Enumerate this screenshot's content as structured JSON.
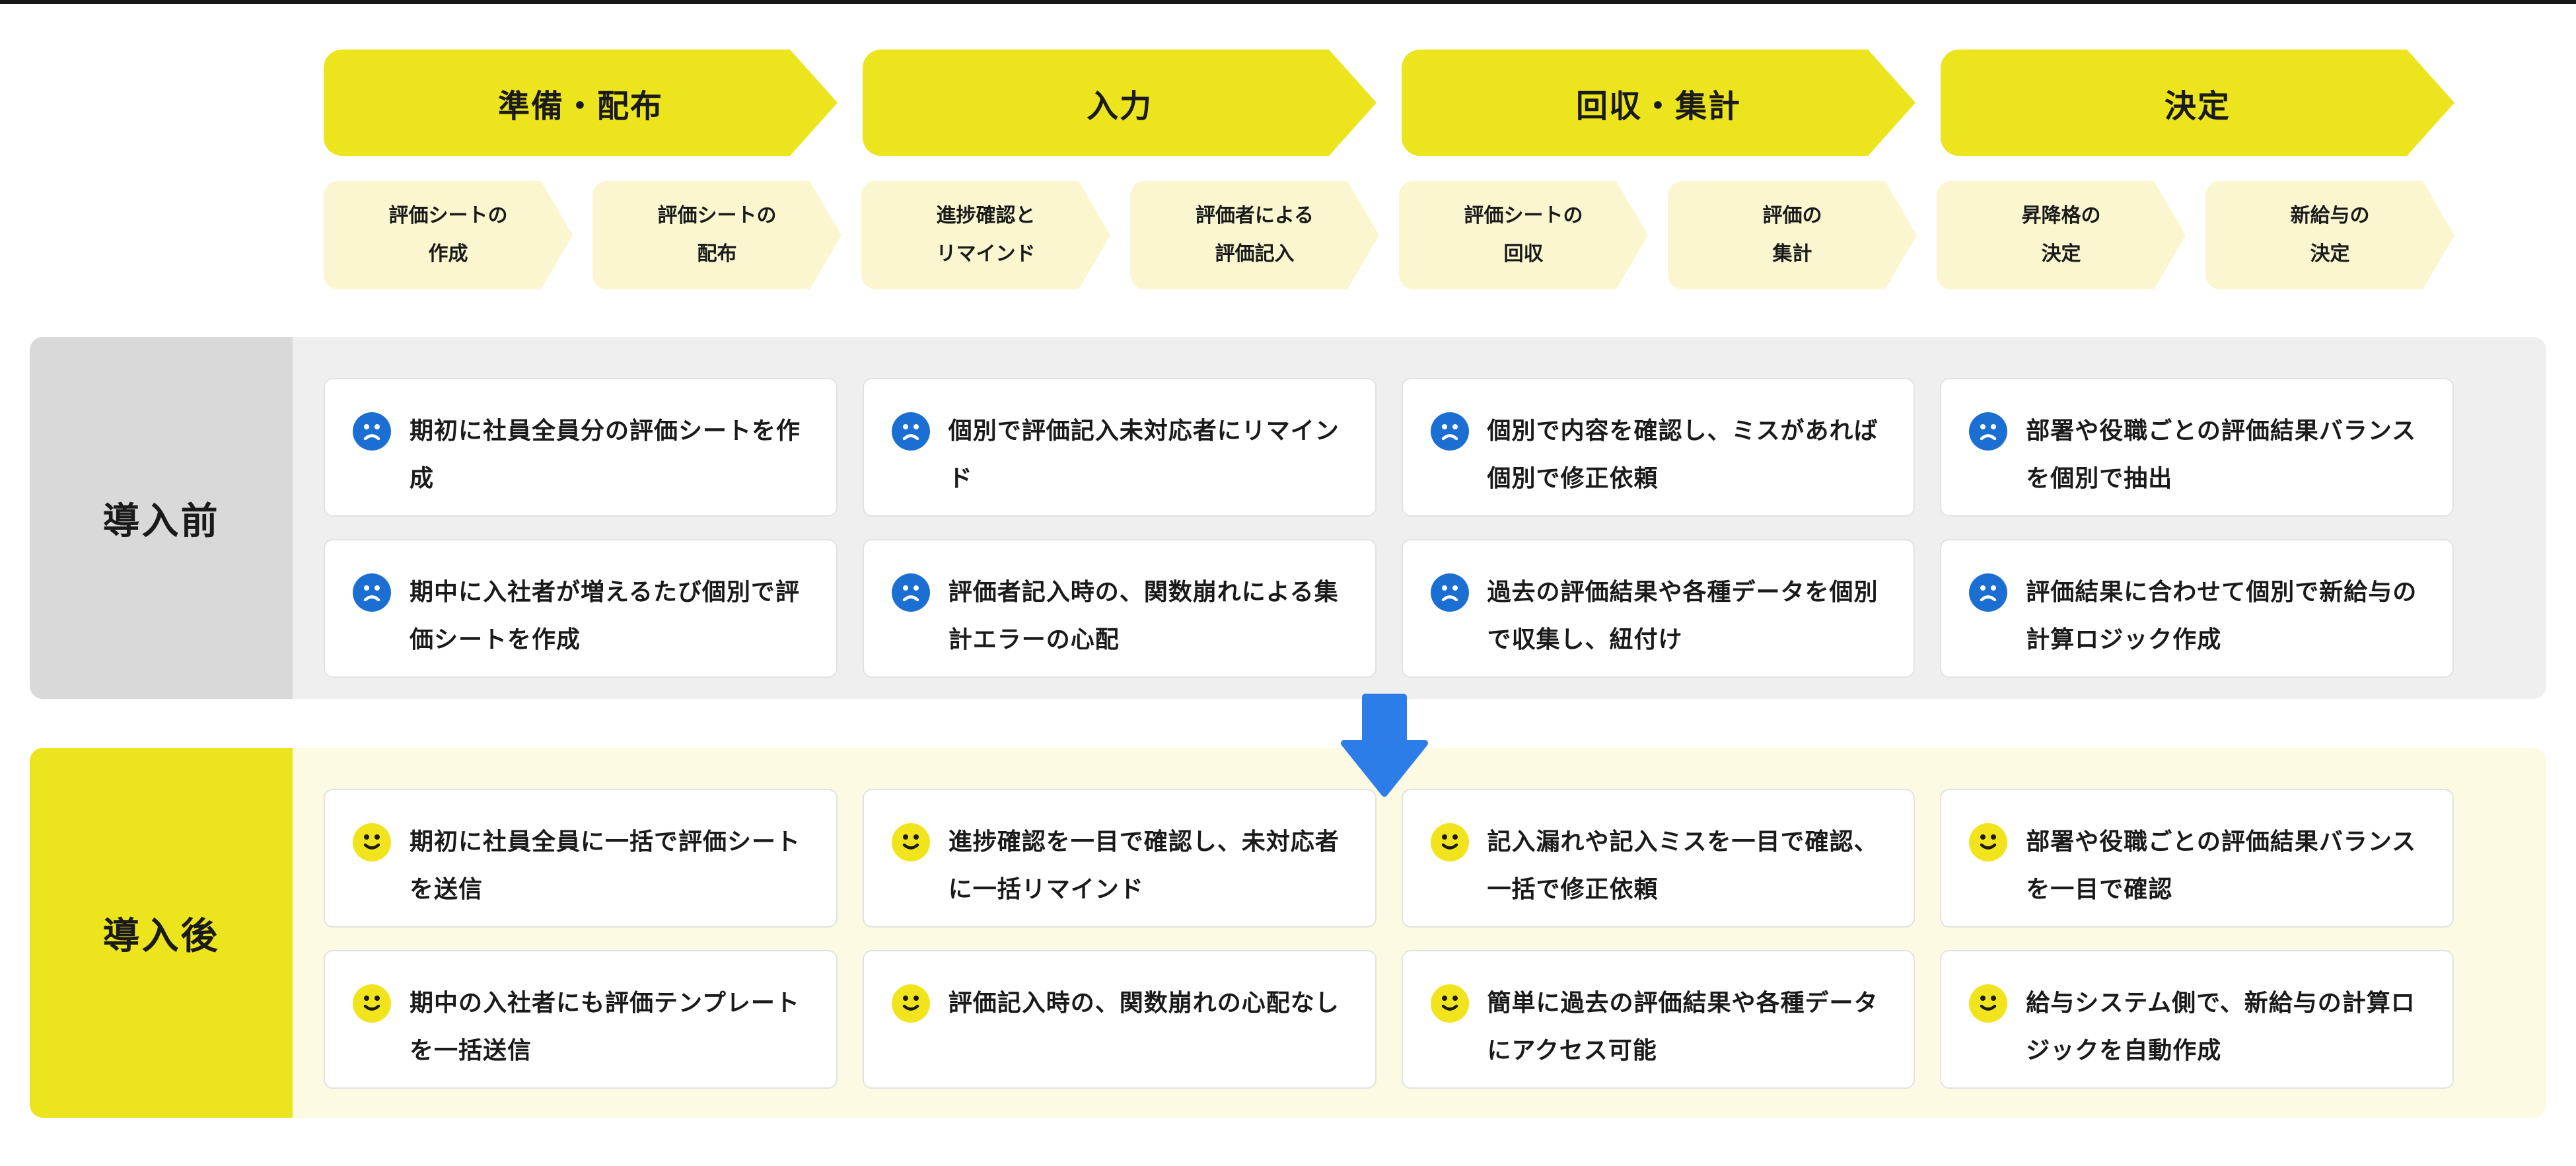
{
  "flow": {
    "phases": [
      {
        "label": "準備・配布"
      },
      {
        "label": "入力"
      },
      {
        "label": "回収・集計"
      },
      {
        "label": "決定"
      }
    ],
    "steps": [
      {
        "line1": "評価シートの",
        "line2": "作成"
      },
      {
        "line1": "評価シートの",
        "line2": "配布"
      },
      {
        "line1": "進捗確認と",
        "line2": "リマインド"
      },
      {
        "line1": "評価者による",
        "line2": "評価記入"
      },
      {
        "line1": "評価シートの",
        "line2": "回収"
      },
      {
        "line1": "評価の",
        "line2": "集計"
      },
      {
        "line1": "昇降格の",
        "line2": "決定"
      },
      {
        "line1": "新給与の",
        "line2": "決定"
      }
    ]
  },
  "before": {
    "label": "導入前",
    "cards": [
      "期初に社員全員分の評価シートを作成",
      "期中に入社者が増えるたび個別で評価シートを作成",
      "個別で評価記入未対応者にリマインド",
      "評価者記入時の、関数崩れによる集計エラーの心配",
      "個別で内容を確認し、ミスがあれば個別で修正依頼",
      "過去の評価結果や各種データを個別で収集し、紐付け",
      "部署や役職ごとの評価結果バランスを個別で抽出",
      "評価結果に合わせて個別で新給与の計算ロジック作成"
    ]
  },
  "after": {
    "label": "導入後",
    "cards": [
      "期初に社員全員に一括で評価シートを送信",
      "期中の入社者にも評価テンプレートを一括送信",
      "進捗確認を一目で確認し、未対応者に一括リマインド",
      "評価記入時の、関数崩れの心配なし",
      "記入漏れや記入ミスを一目で確認、一括で修正依頼",
      "簡単に過去の評価結果や各種データにアクセス可能",
      "部署や役職ごとの評価結果バランスを一目で確認",
      "給与システム側で、新給与の計算ロジックを自動作成"
    ]
  },
  "icons": {
    "before_icon": "sad-face-icon",
    "after_icon": "smiley-face-icon",
    "divider_icon": "down-arrow-icon"
  },
  "colors": {
    "accent_yellow": "#ECE41D",
    "pale_yellow": "#FAF7D0",
    "before_band_bg": "#EFEFEF",
    "before_label_bg": "#D9D9D9",
    "after_band_bg": "#FCFAE3",
    "card_border": "#E2E2E2",
    "sad_face_blue": "#1C6FD2",
    "smiley_yellow": "#F2E41C",
    "arrow_blue": "#2C7DE8",
    "text": "#1A1A1A",
    "top_border": "#161616"
  }
}
